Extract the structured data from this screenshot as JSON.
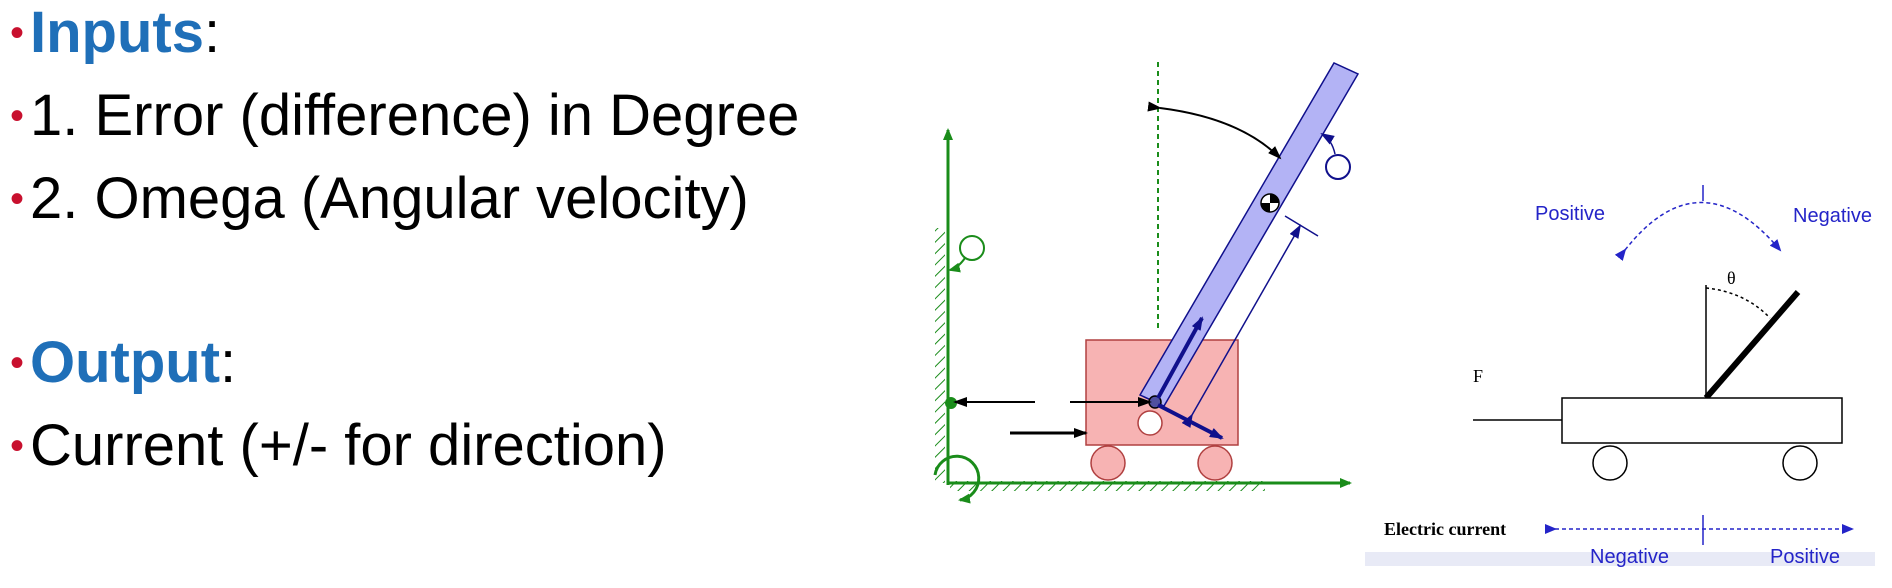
{
  "bullets": {
    "inputs_heading": "Inputs",
    "inputs_colon": ":",
    "item1": "1. Error (difference) in Degree",
    "item2": "2. Omega (Angular velocity)",
    "output_heading": "Output",
    "output_colon": ":",
    "item3": "Current  (+/- for direction)"
  },
  "right_diagram": {
    "top_positive": "Positive",
    "top_negative": "Negative",
    "theta": "θ",
    "force": "F",
    "current_label": "Electric current",
    "bottom_negative": "Negative",
    "bottom_positive": "Positive"
  },
  "colors": {
    "bullet": "#c8102e",
    "heading": "#1f6fb8",
    "axis_green": "#1a8c1a",
    "pendulum_fill": "#b3b3f5",
    "cart_fill": "#f7b3b3",
    "label_blue": "#2424c8"
  }
}
